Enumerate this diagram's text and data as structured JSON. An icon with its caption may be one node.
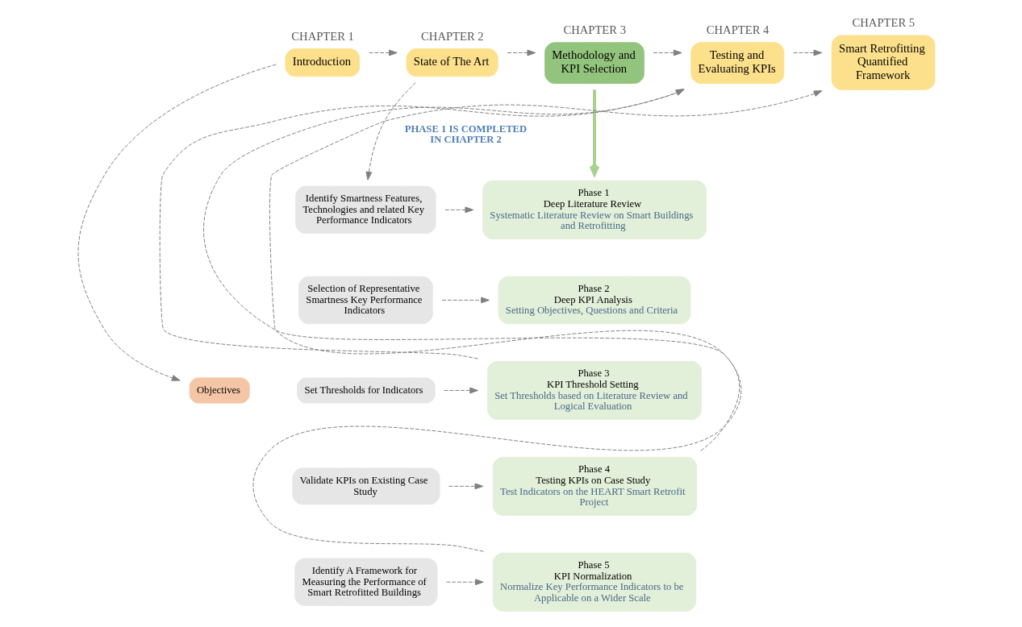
{
  "diagram": {
    "nodes": [
      {
        "text": [
          "Introduction"
        ],
        "beside": [
          "CHAPTER 1"
        ]
      },
      {
        "text": [
          "State of The Art"
        ],
        "beside": [
          "CHAPTER 2"
        ]
      },
      {
        "text": [
          "Methodology and KPI Selection"
        ],
        "beside": [
          "CHAPTER 3"
        ]
      },
      {
        "text": [
          "Testing and Evaluating KPIs"
        ],
        "beside": [
          "CHAPTER 4"
        ]
      },
      {
        "text": [
          "Smart Retrofitting Quantified Framework"
        ],
        "beside": [
          "CHAPTER 5"
        ]
      },
      {
        "text": [
          "Objectives"
        ]
      },
      {
        "text": [
          "Identify Smartness Features, Technologies and related Key Performance Indicators"
        ]
      },
      {
        "text": [
          "Selection of Representative Smartness Key Performance Indicators"
        ]
      },
      {
        "text": [
          "Set Thresholds for Indicators"
        ]
      },
      {
        "text": [
          "Validate KPIs on Existing Case Study"
        ]
      },
      {
        "text": [
          "Identify A Framework for Measuring the Performance of Smart Retrofitted Buildings"
        ]
      },
      {
        "text": [
          "Phase 1",
          "Deep Literature Review",
          "Systematic Literature Review on Smart Buildings and Retrofitting"
        ]
      },
      {
        "text": [
          "Phase 2",
          "Deep KPI Analysis",
          "Setting Objectives, Questions and Criteria"
        ]
      },
      {
        "text": [
          "Phase 3",
          "KPI Threshold Setting",
          "Set Thresholds based on Literature Review and Logical Evaluation"
        ]
      },
      {
        "text": [
          "Phase 4",
          "Testing KPIs on Case Study",
          "Test Indicators on the HEART Smart Retrofit Project"
        ]
      },
      {
        "text": [
          "Phase 5",
          "KPI Normalization",
          "Normalize Key Performance Indicators to be Applicable on a Wider Scale"
        ]
      }
    ],
    "edges": [
      {
        "from": 0,
        "to": 1,
        "arrow": "to",
        "style": "dashed"
      },
      {
        "from": 1,
        "to": 2,
        "arrow": "to",
        "style": "dashed"
      },
      {
        "from": 2,
        "to": 3,
        "arrow": "to",
        "style": "dashed"
      },
      {
        "from": 3,
        "to": 4,
        "arrow": "to",
        "style": "dashed"
      },
      {
        "from": 0,
        "to": 5,
        "arrow": "to",
        "style": "dashed"
      },
      {
        "from": 1,
        "to": 6,
        "arrow": "to",
        "style": "dashed"
      },
      {
        "from": 2,
        "to": 11,
        "arrow": "to",
        "style": "thick",
        "color": "#a9d18e"
      },
      {
        "from": 6,
        "to": 11,
        "arrow": "to",
        "style": "dashed"
      },
      {
        "from": 7,
        "to": 12,
        "arrow": "to",
        "style": "dashed"
      },
      {
        "from": 8,
        "to": 13,
        "arrow": "to",
        "style": "dashed"
      },
      {
        "from": 9,
        "to": 14,
        "arrow": "to",
        "style": "dashed"
      },
      {
        "from": 10,
        "to": 15,
        "arrow": "to",
        "style": "dashed"
      },
      {
        "from": 13,
        "to": 3,
        "arrow": "to",
        "style": "dashed"
      },
      {
        "from": 14,
        "to": 3,
        "arrow": "to",
        "style": "dashed"
      },
      {
        "from": 15,
        "to": 4,
        "arrow": "to",
        "style": "dashed"
      }
    ],
    "labels": [
      "PHASE 1 IS COMPLETED IN CHAPTER 2"
    ]
  }
}
